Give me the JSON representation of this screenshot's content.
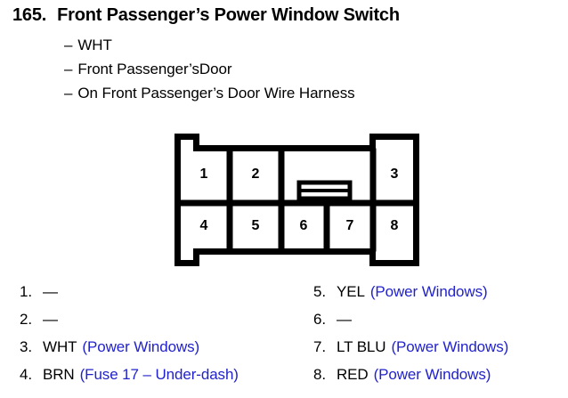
{
  "heading": {
    "number": "165.",
    "title": "Front Passenger’s Power Window Switch",
    "dash": "–",
    "sublines": [
      "WHT",
      "Front Passenger’sDoor",
      "On Front Passenger’s Door Wire Harness"
    ]
  },
  "connector": {
    "top_row_pins": [
      "1",
      "2",
      "3"
    ],
    "bottom_row_pins": [
      "4",
      "5",
      "6",
      "7",
      "8"
    ],
    "outline_color": "#000000",
    "fill_color": "#ffffff"
  },
  "legend": {
    "note_color": "#2222cc",
    "em_dash": "—",
    "left": [
      {
        "index": "1.",
        "wire": "—",
        "note": ""
      },
      {
        "index": "2.",
        "wire": "—",
        "note": ""
      },
      {
        "index": "3.",
        "wire": "WHT",
        "note": "(Power Windows)"
      },
      {
        "index": "4.",
        "wire": "BRN",
        "note": "(Fuse 17 – Under-dash)"
      }
    ],
    "right": [
      {
        "index": "5.",
        "wire": "YEL",
        "note": "(Power Windows)"
      },
      {
        "index": "6.",
        "wire": "—",
        "note": ""
      },
      {
        "index": "7.",
        "wire": "LT BLU",
        "note": "(Power Windows)"
      },
      {
        "index": "8.",
        "wire": "RED",
        "note": "(Power Windows)"
      }
    ]
  }
}
